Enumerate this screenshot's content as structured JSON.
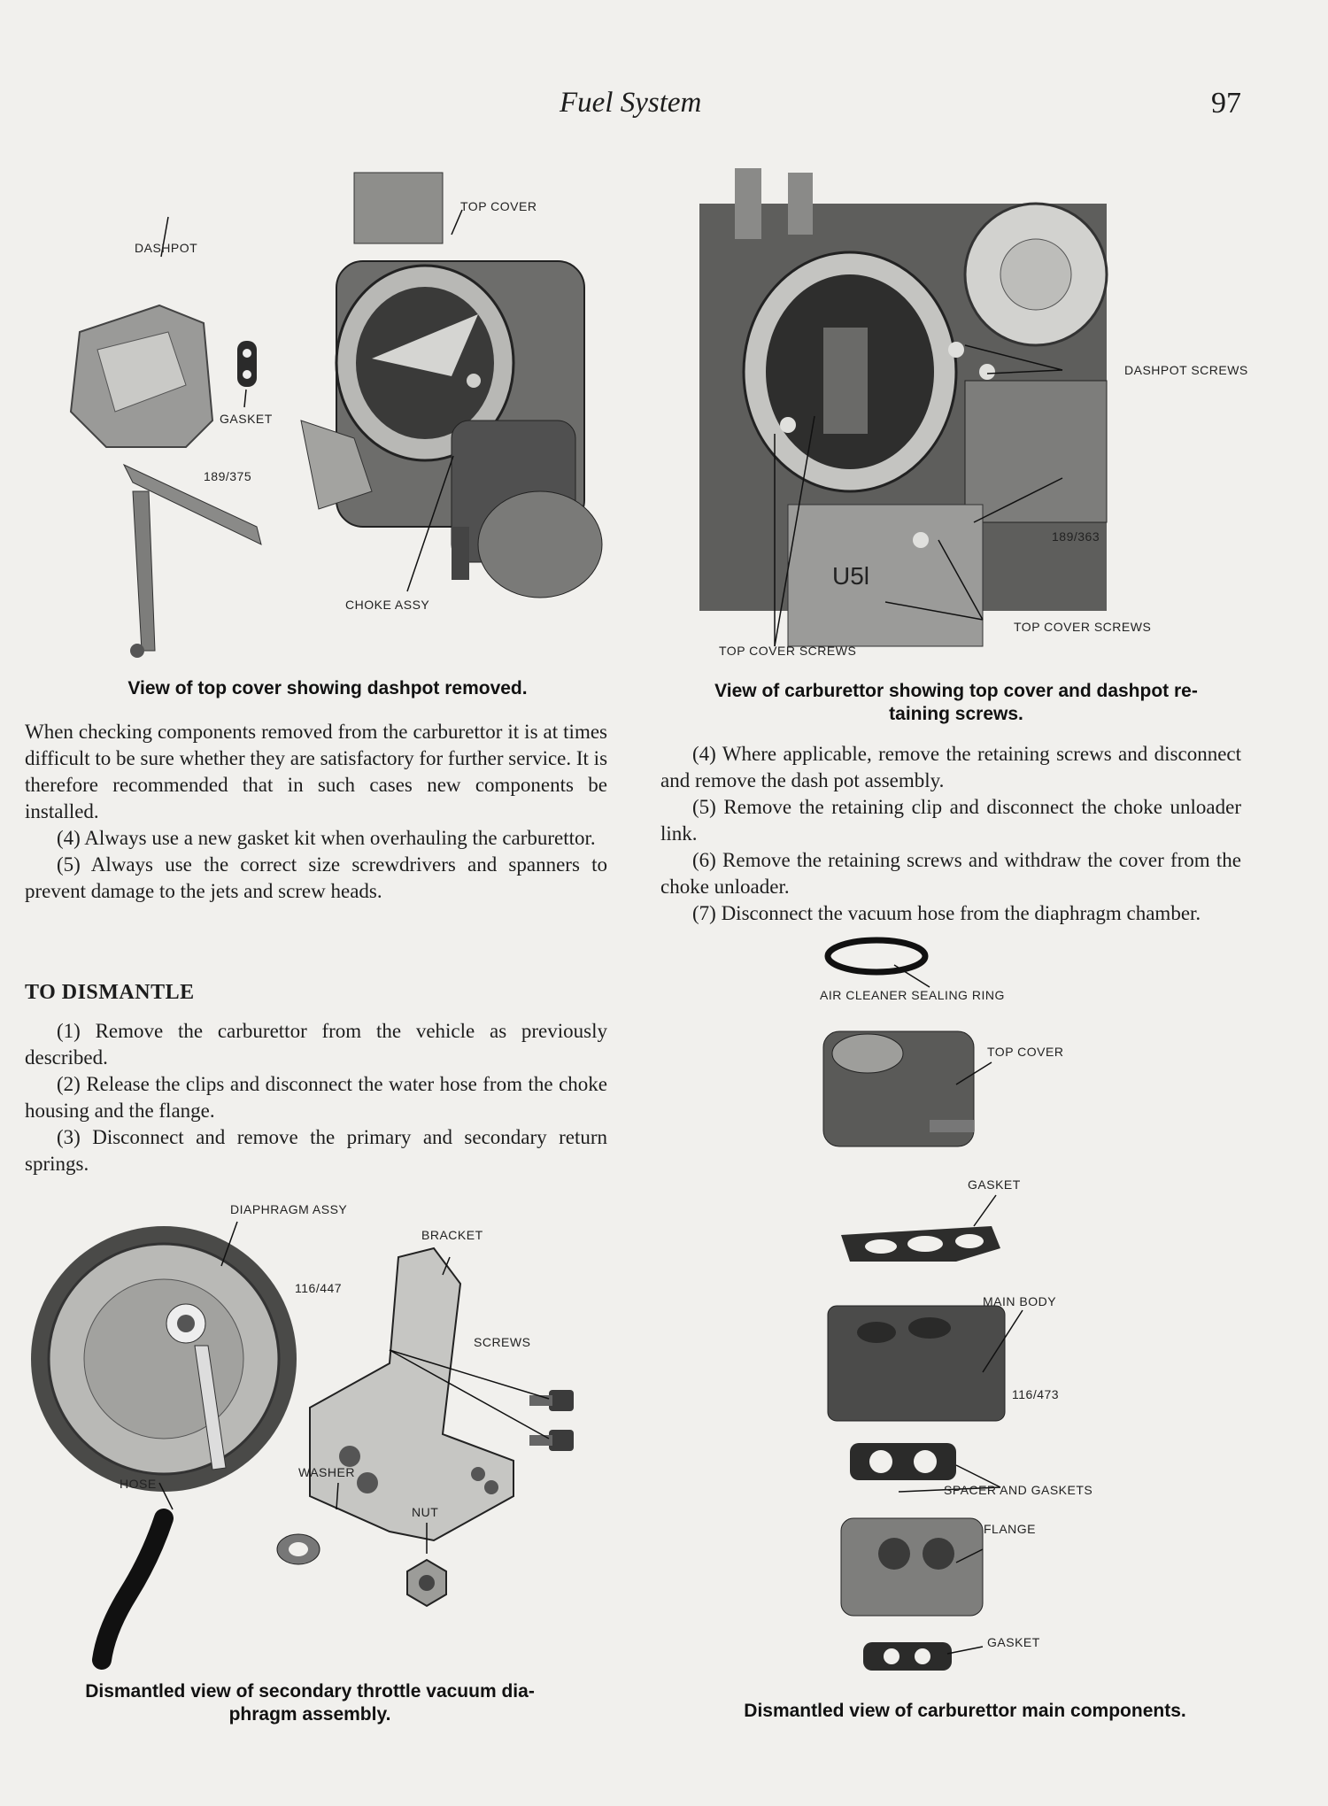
{
  "header": {
    "section_title": "Fuel System",
    "page_number": "97"
  },
  "figure_top_left": {
    "labels": {
      "top_cover": "TOP COVER",
      "dashpot": "DASHPOT",
      "gasket": "GASKET",
      "ref": "189/375",
      "choke_assy": "CHOKE ASSY"
    },
    "caption": "View of top cover showing dashpot removed."
  },
  "figure_top_right": {
    "labels": {
      "dashpot_screws": "DASHPOT SCREWS",
      "ref": "189/363",
      "top_cover_screws_right": "TOP COVER SCREWS",
      "top_cover_screws_left": "TOP COVER SCREWS"
    },
    "caption_line1": "View of carburettor showing top cover and dashpot re-",
    "caption_line2": "taining screws."
  },
  "left_text": {
    "para1": "When checking components removed from the carburettor it is at times difficult to be sure whether they are satisfactory for further service. It is therefore recommended that in such cases new components be installed.",
    "para2": "(4)   Always use a new gasket kit when overhauling the carburettor.",
    "para3": "(5)   Always use the correct size screwdrivers and spanners to prevent damage to the jets and screw heads.",
    "heading": "TO DISMANTLE",
    "step1": "(1)   Remove the carburettor from the vehicle as previously described.",
    "step2": "(2)   Release the clips and disconnect the water hose from the choke housing and the flange.",
    "step3": "(3)   Disconnect and remove the primary and secondary return springs."
  },
  "right_text": {
    "step4": "(4)   Where applicable, remove the retaining screws and disconnect and remove the dash pot assembly.",
    "step5": "(5)   Remove the retaining clip and disconnect the choke unloader link.",
    "step6": "(6)   Remove the retaining screws and withdraw the cover from the choke unloader.",
    "step7": "(7)   Disconnect the vacuum hose from the diaphragm chamber."
  },
  "figure_bottom_left": {
    "labels": {
      "diaphragm_assy": "DIAPHRAGM ASSY",
      "bracket": "BRACKET",
      "ref": "116/447",
      "screws": "SCREWS",
      "hose": "HOSE",
      "washer": "WASHER",
      "nut": "NUT"
    },
    "caption_line1": "Dismantled view of secondary throttle vacuum dia-",
    "caption_line2": "phragm assembly."
  },
  "figure_bottom_right": {
    "labels": {
      "air_cleaner_ring": "AIR CLEANER SEALING RING",
      "top_cover": "TOP COVER",
      "gasket1": "GASKET",
      "main_body": "MAIN BODY",
      "ref": "116/473",
      "spacer": "SPACER AND GASKETS",
      "flange": "FLANGE",
      "gasket2": "GASKET"
    },
    "caption": "Dismantled view of carburettor main components."
  }
}
